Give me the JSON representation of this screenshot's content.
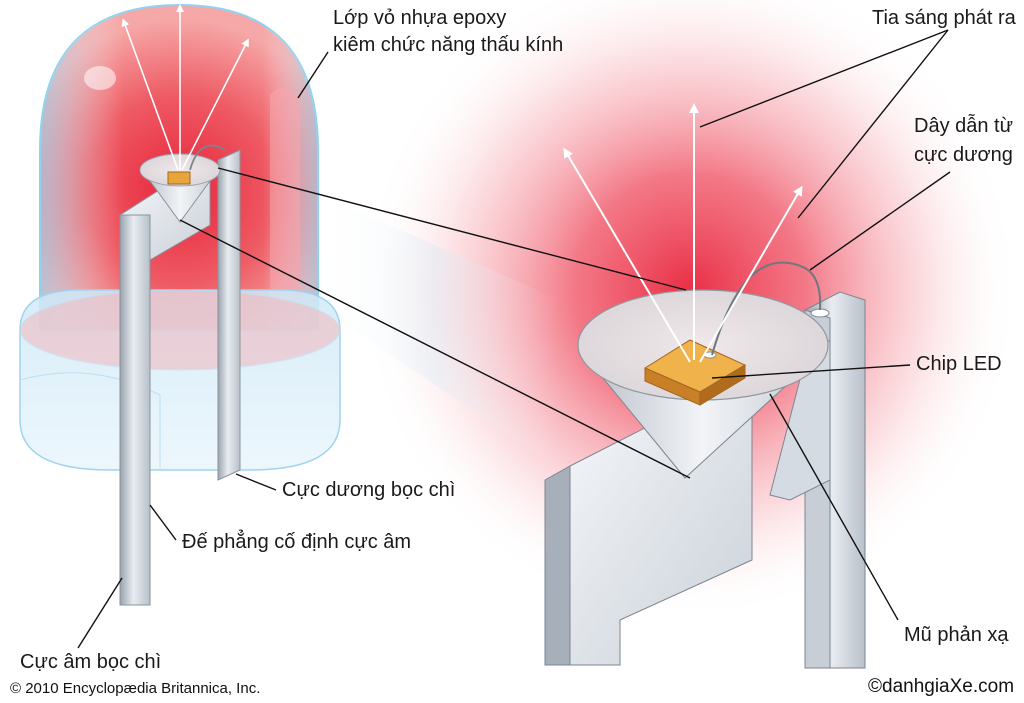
{
  "labels": {
    "epoxy_line1": "Lớp vỏ nhựa epoxy",
    "epoxy_line2": "kiêm chức năng thấu kính",
    "light_rays": "Tia sáng phát ra",
    "wire_line1": "Dây dẫn từ",
    "wire_line2": "cực dương",
    "chip": "Chip LED",
    "anode": "Cực dương bọc chì",
    "flat_base": "Đế phẳng cố định cực âm",
    "cathode": "Cực âm bọc chì",
    "reflector": "Mũ phản xạ"
  },
  "footer": {
    "copyright": "© 2010 Encyclopædia Britannica, Inc.",
    "watermark": "©danhgiaXe.com"
  },
  "colors": {
    "glow": "#e8243c",
    "lead": "#dfe3ea",
    "chip": "#e8a63a",
    "leader_line": "#111111"
  }
}
